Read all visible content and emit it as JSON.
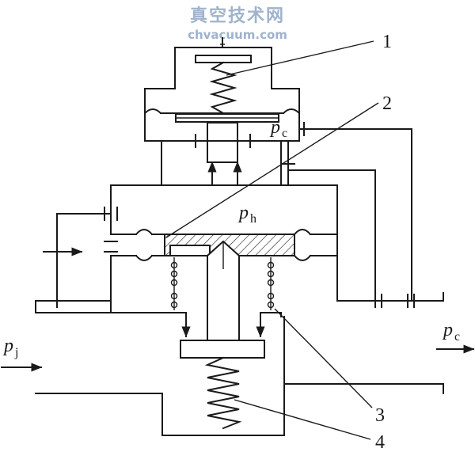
{
  "watermark": {
    "cn": "真空技术网",
    "en": "chvacuum.com"
  },
  "callouts": {
    "c1": "1",
    "c2": "2",
    "c3": "3",
    "c4": "4"
  },
  "pressures": {
    "pc_top": {
      "main": "p",
      "sub": "c"
    },
    "ph": {
      "main": "p",
      "sub": "h"
    },
    "pj": {
      "main": "p",
      "sub": "j"
    },
    "pc_right": {
      "main": "p",
      "sub": "c"
    }
  }
}
